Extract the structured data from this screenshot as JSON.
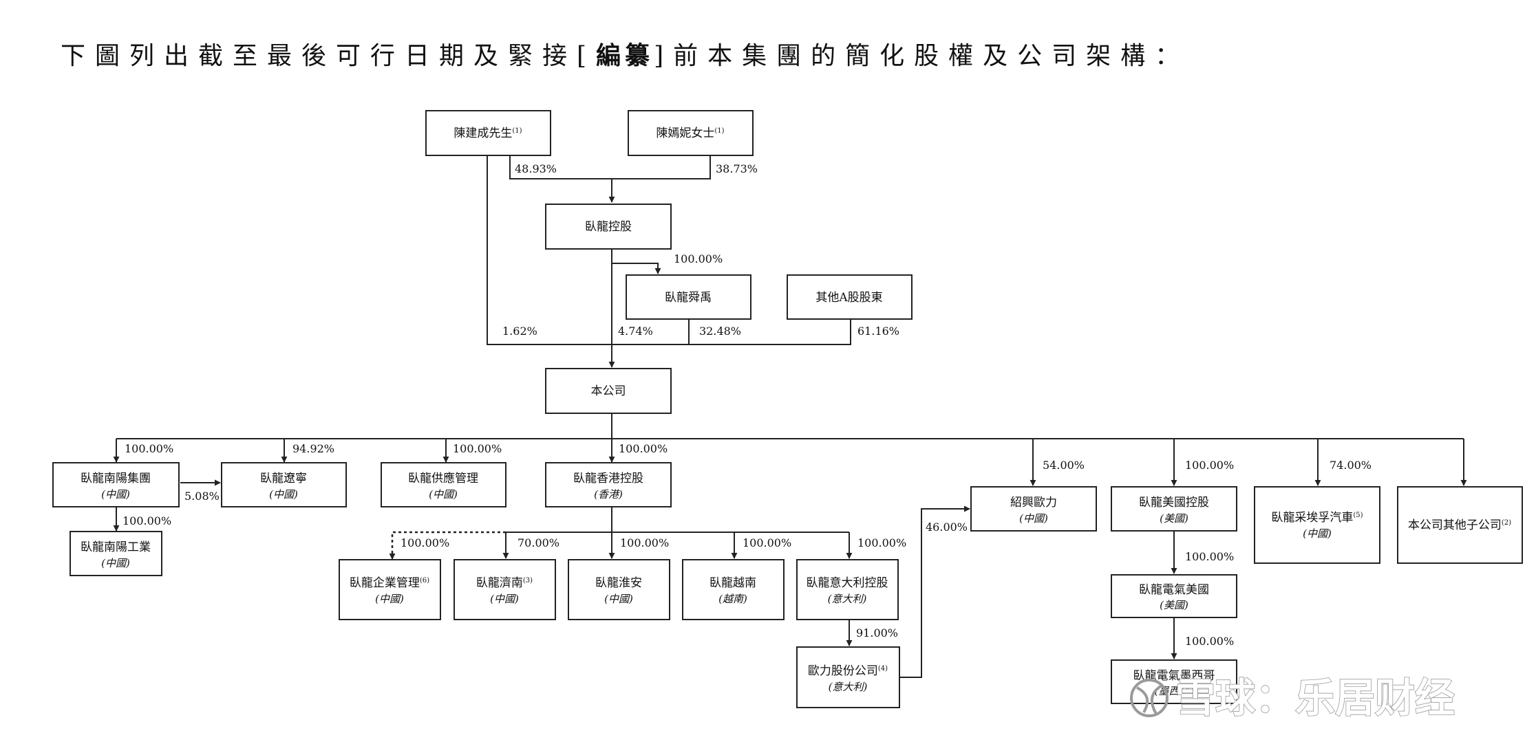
{
  "heading": {
    "prefix": "下圖列出截至最後可行日期及緊接[",
    "bold": "編纂",
    "suffix": "]前本集團的簡化股權及公司架構："
  },
  "entities": {
    "chen_jiancheng": {
      "name": "陳建成先生",
      "note": "(1)"
    },
    "chen_yanni": {
      "name": "陳嫣妮女士",
      "note": "(1)"
    },
    "wolong_holding": {
      "name": "臥龍控股"
    },
    "wolong_shunyu": {
      "name": "臥龍舜禹"
    },
    "other_a_shareholders": {
      "name": "其他A股股東"
    },
    "company": {
      "name": "本公司"
    },
    "nanyang_group": {
      "name": "臥龍南陽集團",
      "region": "(中國)"
    },
    "liaoning": {
      "name": "臥龍遼寧",
      "region": "(中國)"
    },
    "supply_mgmt": {
      "name": "臥龍供應管理",
      "region": "(中國)"
    },
    "hk_holding": {
      "name": "臥龍香港控股",
      "region": "(香港)"
    },
    "nanyang_industry": {
      "name": "臥龍南陽工業",
      "region": "(中國)"
    },
    "enterprise_mgmt": {
      "name": "臥龍企業管理",
      "note": "(6)",
      "region": "(中國)"
    },
    "jinan": {
      "name": "臥龍濟南",
      "note": "(3)",
      "region": "(中國)"
    },
    "huaian": {
      "name": "臥龍淮安",
      "region": "(中國)"
    },
    "vietnam": {
      "name": "臥龍越南",
      "region": "(越南)"
    },
    "italy_holding": {
      "name": "臥龍意大利控股",
      "region": "(意大利)"
    },
    "ateb": {
      "name": "歐力股份公司",
      "note": "(4)",
      "region": "(意大利)"
    },
    "shaoxing_ateb": {
      "name": "紹興歐力",
      "region": "(中國)"
    },
    "us_holding": {
      "name": "臥龍美國控股",
      "region": "(美國)"
    },
    "electric_us": {
      "name": "臥龍電氣美國",
      "region": "(美國)"
    },
    "electric_mexico": {
      "name": "臥龍電氣墨西哥",
      "region": "(墨西哥)"
    },
    "caiai": {
      "name": "臥龍采埃孚汽車",
      "note": "(5)",
      "region": "(中國)"
    },
    "other_subs": {
      "name": "本公司其他子公司",
      "note": "(2)"
    }
  },
  "percentages": {
    "jiancheng_to_holding": "48.93%",
    "yanni_to_holding": "38.73%",
    "holding_to_shunyu": "100.00%",
    "jiancheng_to_company": "1.62%",
    "holding_to_company": "4.74%",
    "shunyu_to_company": "32.48%",
    "other_to_company": "61.16%",
    "to_nanyang_group": "100.00%",
    "to_liaoning": "94.92%",
    "to_supply_mgmt": "100.00%",
    "to_hk_holding": "100.00%",
    "nanyang_to_liaoning": "5.08%",
    "nanyang_to_industry": "100.00%",
    "hk_to_enterprise": "100.00%",
    "hk_to_jinan": "70.00%",
    "hk_to_huaian": "100.00%",
    "hk_to_vietnam": "100.00%",
    "hk_to_italy": "100.00%",
    "italy_to_ateb": "91.00%",
    "ateb_to_shaoxing": "46.00%",
    "to_shaoxing": "54.00%",
    "to_us_holding": "100.00%",
    "to_caiai": "74.00%",
    "us_to_electric_us": "100.00%",
    "us_to_mexico": "100.00%"
  },
  "watermark": {
    "text": "雪球：乐居财经",
    "logo": "snowball-logo"
  }
}
